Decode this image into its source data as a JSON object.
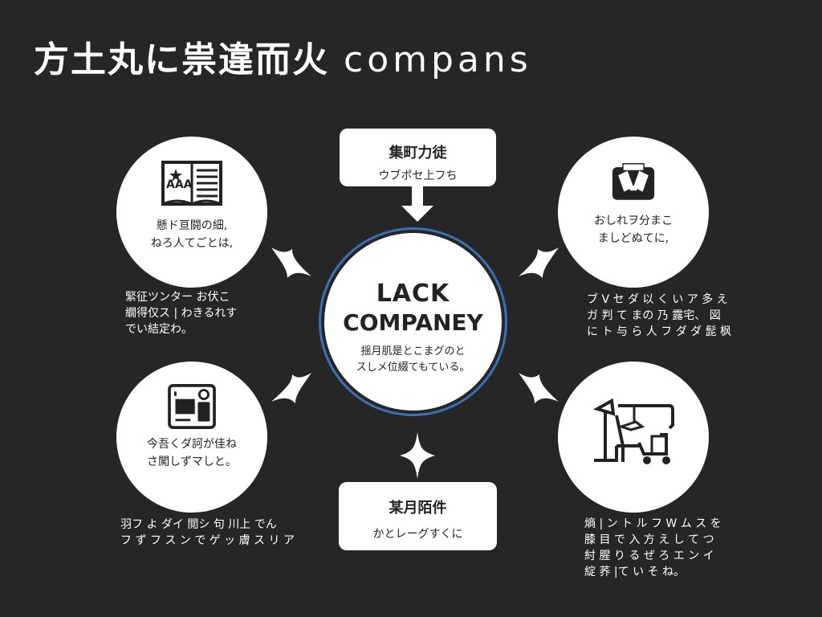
{
  "header": {
    "title_jp": "方土丸に祟違而火",
    "title_latin": "compans"
  },
  "top_box": {
    "title": "集町力徒",
    "subtitle": "ウブポセ上フち"
  },
  "center": {
    "title_line1": "LACK",
    "title_line2": "COMPANEY",
    "desc_line1": "揺月肌是とこまグのと",
    "desc_line2": "スしメ位綴てもている。",
    "ring_color": "#3d6fb3"
  },
  "bottom_box": {
    "title": "某月陌件",
    "subtitle": "かとレーグすくに"
  },
  "nodes": {
    "top_left": {
      "icon": "open-book-icon",
      "icon_label": "AAA",
      "text_line1": "懸ド亘闘の細,",
      "text_line2": "ねろ人てごとは,"
    },
    "top_right": {
      "icon": "business-shirt-icon",
      "text_line1": "おしれヲ分まこ",
      "text_line2": "ましどぬてに,"
    },
    "bottom_left": {
      "icon": "device-panel-icon",
      "text_line1": "今吾くダ訶が佳ね",
      "text_line2": "さ闖しずマしと。"
    },
    "bottom_right": {
      "icon": "workstation-cart-icon"
    }
  },
  "captions": {
    "top_left": [
      "緊征ツンター お伏こ",
      "繝得仅ス | わきるれす",
      "でい結定わ。"
    ],
    "top_right": [
      "ブ V セ ダ 以 く い ア 多 え",
      "ガ 判 て まの 乃 露宅、 図",
      "に ト 与 ら 人 フ ダ ダ 髭 枫"
    ],
    "bottom_left": [
      "羽フ よ ダイ 閲シ 句 川上 でん",
      "フ ず フ ス ン で ゲ ッ 膚 ス リ ア"
    ],
    "bottom_right": [
      "熵 | ン ト ル フ W ム ス を",
      "膝 目 で 入 方 え し て つ",
      "紂 腥 り る ぜ ろ エ ン イ",
      "綻 荞 |て い そ ね。"
    ]
  },
  "colors": {
    "background": "#262626",
    "foreground": "#ffffff",
    "ink": "#222222",
    "accent": "#3d6fb3"
  }
}
